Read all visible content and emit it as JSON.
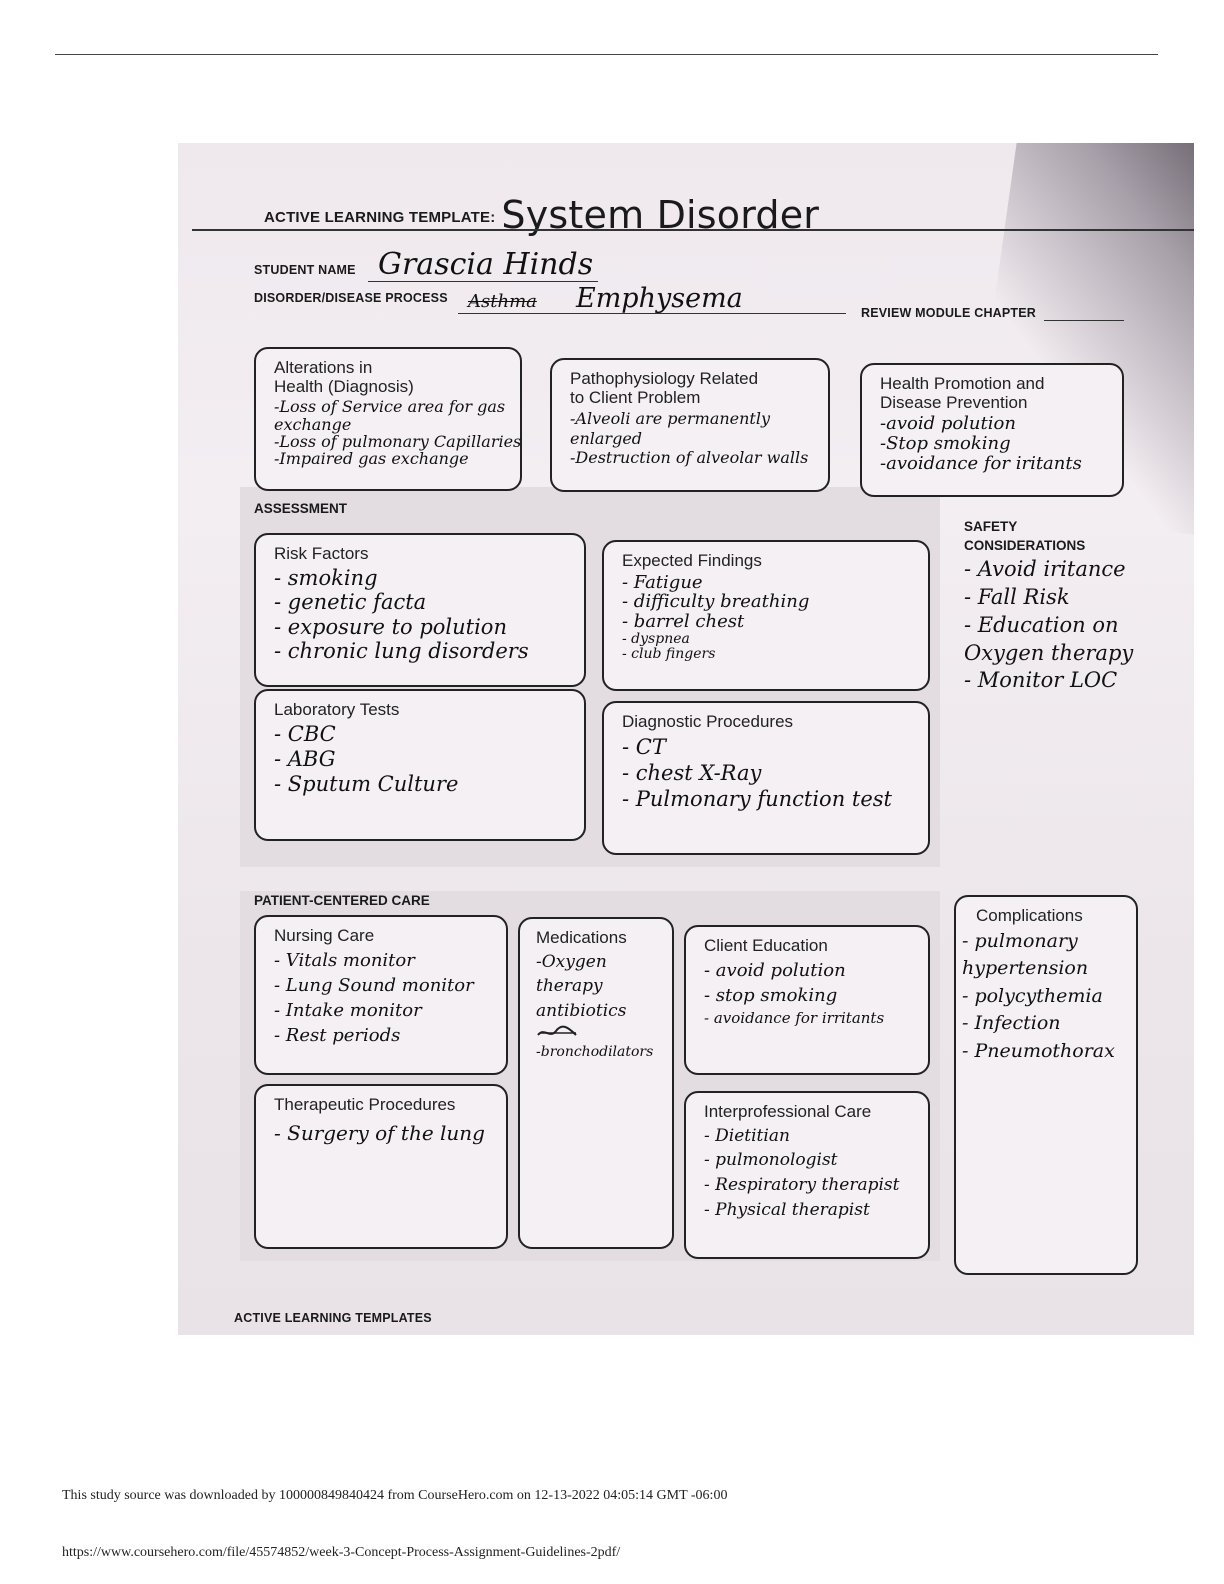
{
  "template": {
    "label": "ACTIVE LEARNING TEMPLATE:",
    "title": "System Disorder",
    "student_name_label": "STUDENT NAME",
    "student_name": "Grascia Hinds",
    "disorder_label": "DISORDER/DISEASE PROCESS",
    "disorder_struck": "Asthma",
    "disorder": "Emphysema",
    "review_label": "REVIEW MODULE CHAPTER",
    "footer_label": "ACTIVE LEARNING TEMPLATES"
  },
  "alterations": {
    "heading": "Alterations in\nHealth (Diagnosis)",
    "items": [
      "-Loss of Service area for gas",
      "exchange",
      "-Loss of pulmonary Capillaries",
      "-Impaired gas exchange"
    ]
  },
  "pathophysiology": {
    "heading": "Pathophysiology Related\nto Client Problem",
    "items": [
      "-Alveoli are permanently",
      "enlarged",
      "-Destruction of alveolar walls"
    ]
  },
  "health_promotion": {
    "heading": "Health Promotion and\nDisease Prevention",
    "items": [
      "-avoid polution",
      "-Stop smoking",
      "-avoidance for iritants"
    ]
  },
  "assessment": {
    "label": "ASSESSMENT",
    "risk_factors": {
      "heading": "Risk Factors",
      "items": [
        "- smoking",
        "- genetic facta",
        "- exposure to polution",
        "- chronic lung disorders"
      ]
    },
    "expected_findings": {
      "heading": "Expected Findings",
      "items": [
        "- Fatigue",
        "- difficulty breathing",
        "- barrel chest",
        "- dyspnea",
        "- club fingers"
      ]
    },
    "laboratory_tests": {
      "heading": "Laboratory Tests",
      "items": [
        "- CBC",
        "- ABG",
        "- Sputum Culture"
      ]
    },
    "diagnostic_procedures": {
      "heading": "Diagnostic Procedures",
      "items": [
        "- CT",
        "- chest X-Ray",
        "- Pulmonary function test"
      ]
    }
  },
  "safety": {
    "heading": "SAFETY\nCONSIDERATIONS",
    "items": [
      "- Avoid iritance",
      "- Fall Risk",
      "- Education on",
      "Oxygen therapy",
      "- Monitor LOC"
    ]
  },
  "patient_centered": {
    "label": "PATIENT-CENTERED CARE",
    "nursing_care": {
      "heading": "Nursing Care",
      "items": [
        "- Vitals monitor",
        "- Lung Sound monitor",
        "- Intake monitor",
        "- Rest periods"
      ]
    },
    "medications": {
      "heading": "Medications",
      "items": [
        "-Oxygen",
        "therapy",
        "antibiotics",
        "",
        "-bronchodilators"
      ]
    },
    "client_education": {
      "heading": "Client Education",
      "items": [
        "- avoid polution",
        "- stop smoking",
        "- avoidance for irritants"
      ]
    },
    "therapeutic_procedures": {
      "heading": "Therapeutic Procedures",
      "items": [
        "- Surgery of the lung"
      ]
    },
    "interprofessional_care": {
      "heading": "Interprofessional Care",
      "items": [
        "- Dietitian",
        "- pulmonologist",
        "- Respiratory therapist",
        "- Physical therapist"
      ]
    },
    "complications": {
      "heading": "Complications",
      "items": [
        "- pulmonary",
        "hypertension",
        "- polycythemia",
        "- Infection",
        "- Pneumothorax"
      ]
    }
  },
  "footer": {
    "source": "This study source was downloaded by 100000849840424 from CourseHero.com on 12-13-2022 04:05:14 GMT -06:00",
    "url": "https://www.coursehero.com/file/45574852/week-3-Concept-Process-Assignment-Guidelines-2pdf/"
  }
}
